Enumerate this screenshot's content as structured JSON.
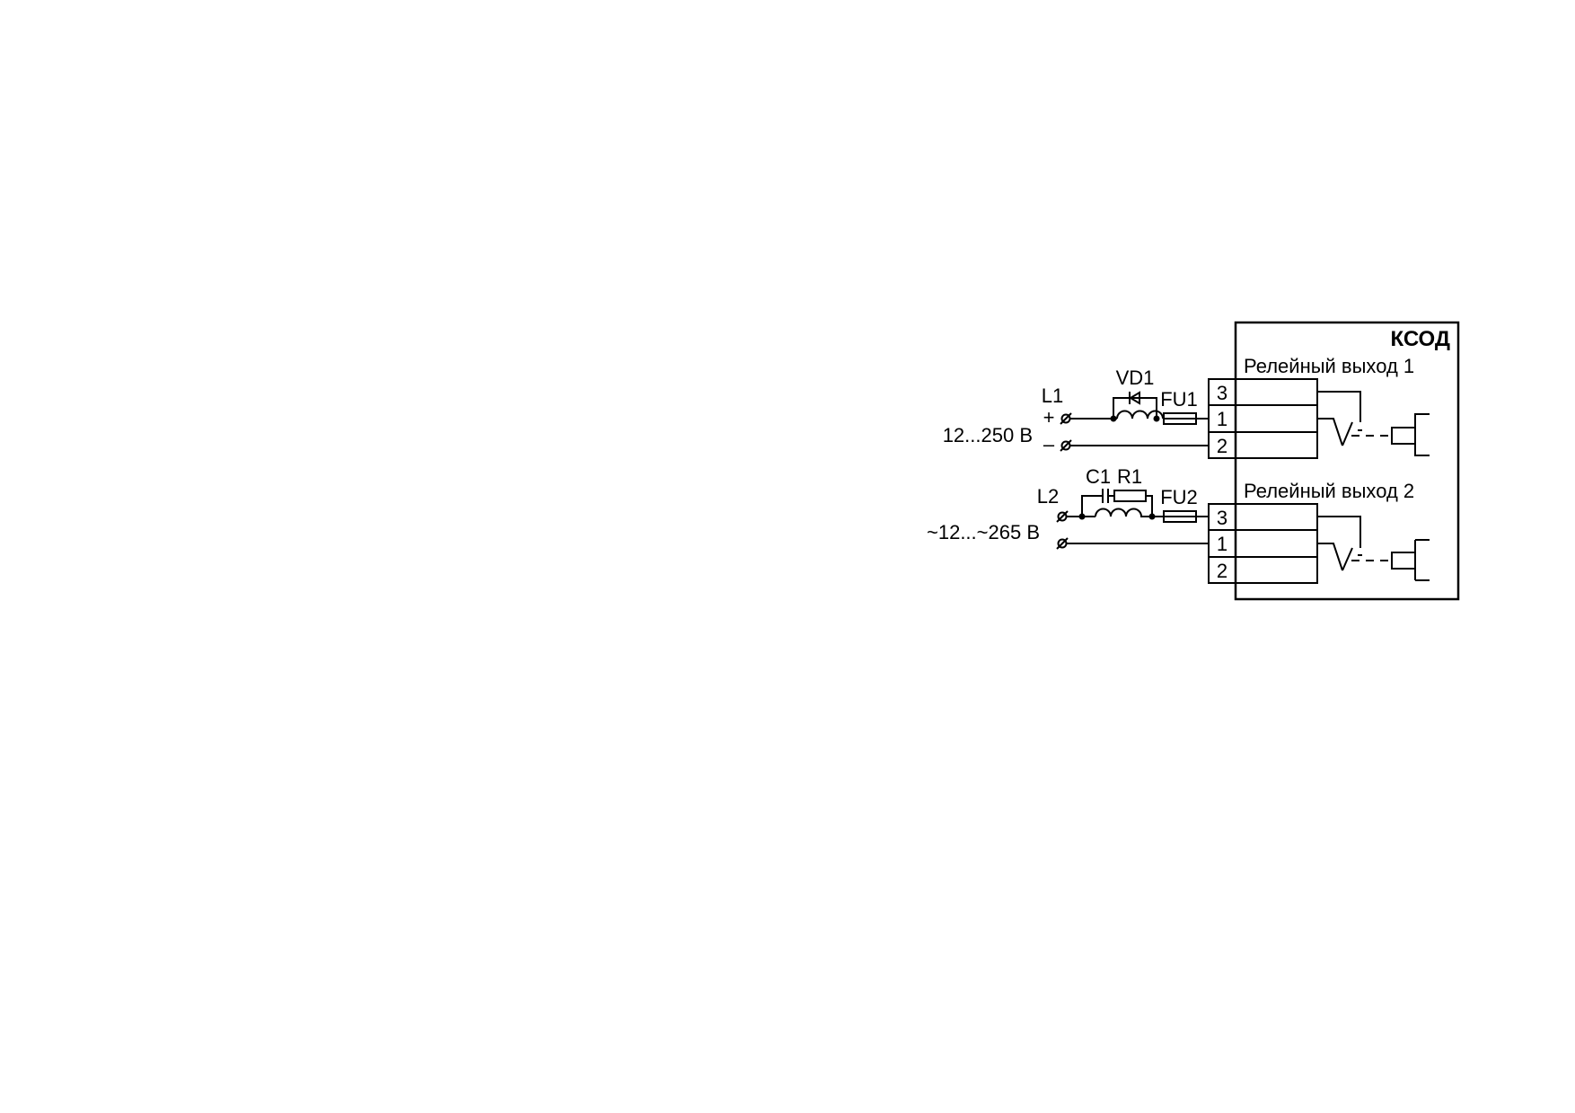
{
  "device": {
    "title": "КСОД",
    "outputs": [
      {
        "label": "Релейный выход 1",
        "terminals": [
          "3",
          "1",
          "2"
        ]
      },
      {
        "label": "Релейный выход 2",
        "terminals": [
          "3",
          "1",
          "2"
        ]
      }
    ]
  },
  "circuits": [
    {
      "load": "L1",
      "supply": "12...250 В",
      "plus": "+",
      "minus": "–",
      "components": {
        "diode": "VD1",
        "fuse": "FU1"
      }
    },
    {
      "load": "L2",
      "supply": "~12...~265 В",
      "components": {
        "capacitor": "C1",
        "resistor": "R1",
        "fuse": "FU2"
      }
    }
  ],
  "colors": {
    "line": "#000000",
    "background": "#ffffff"
  }
}
